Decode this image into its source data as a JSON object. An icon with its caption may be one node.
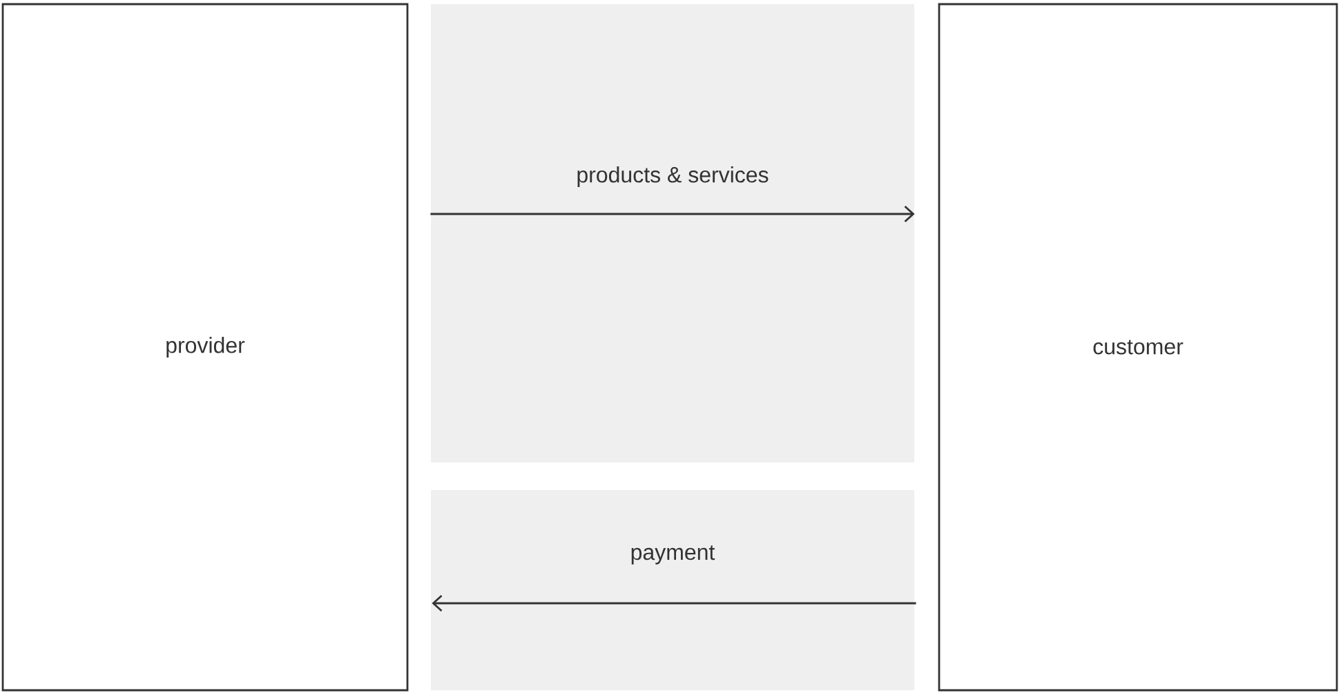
{
  "diagram": {
    "nodes": [
      {
        "text": [
          "provider"
        ]
      },
      {
        "text": [
          "customer"
        ]
      }
    ],
    "edges": [
      {
        "from": 0,
        "to": 1,
        "arrow": "to",
        "label": "products & services"
      },
      {
        "from": 1,
        "to": 0,
        "arrow": "to",
        "label": "payment"
      }
    ]
  }
}
